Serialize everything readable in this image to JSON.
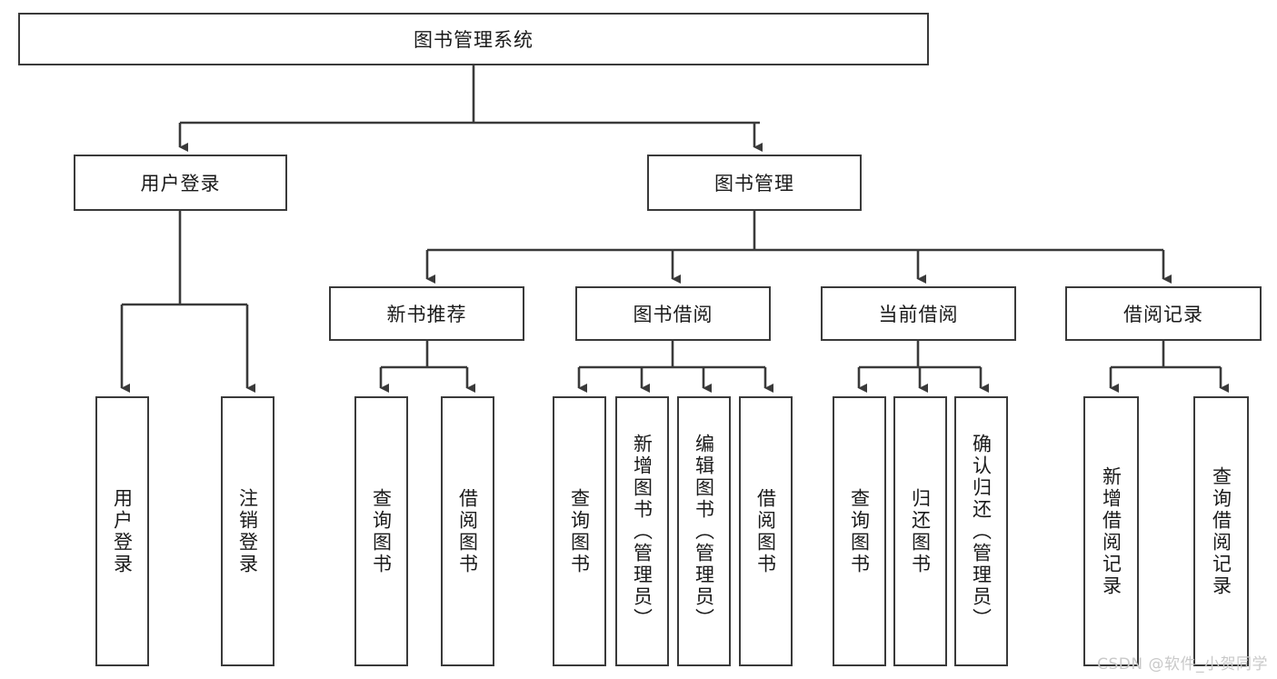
{
  "diagram": {
    "type": "tree",
    "title": "图书管理系统",
    "watermark": "CSDN @软件_小贺同学",
    "levels": {
      "root": {
        "label": "图书管理系统"
      },
      "level2": [
        {
          "label": "用户登录"
        },
        {
          "label": "图书管理"
        }
      ],
      "level3": [
        {
          "label": "新书推荐"
        },
        {
          "label": "图书借阅"
        },
        {
          "label": "当前借阅"
        },
        {
          "label": "借阅记录"
        }
      ],
      "leaves_user_login": [
        {
          "label": "用户登录"
        },
        {
          "label": "注销登录"
        }
      ],
      "leaves_new_book": [
        {
          "label": "查询图书"
        },
        {
          "label": "借阅图书"
        }
      ],
      "leaves_borrow": [
        {
          "label": "查询图书"
        },
        {
          "label": "新增图书（管理员）"
        },
        {
          "label": "编辑图书（管理员）"
        },
        {
          "label": "借阅图书"
        }
      ],
      "leaves_current": [
        {
          "label": "查询图书"
        },
        {
          "label": "归还图书"
        },
        {
          "label": "确认归还（管理员）"
        }
      ],
      "leaves_record": [
        {
          "label": "新增借阅记录"
        },
        {
          "label": "查询借阅记录"
        }
      ]
    },
    "colors": {
      "box_border": "#3a3a3a",
      "box_fill": "#ffffff",
      "text": "#1a1a1a",
      "connector": "#3a3a3a",
      "watermark": "#c9c9c9"
    }
  }
}
